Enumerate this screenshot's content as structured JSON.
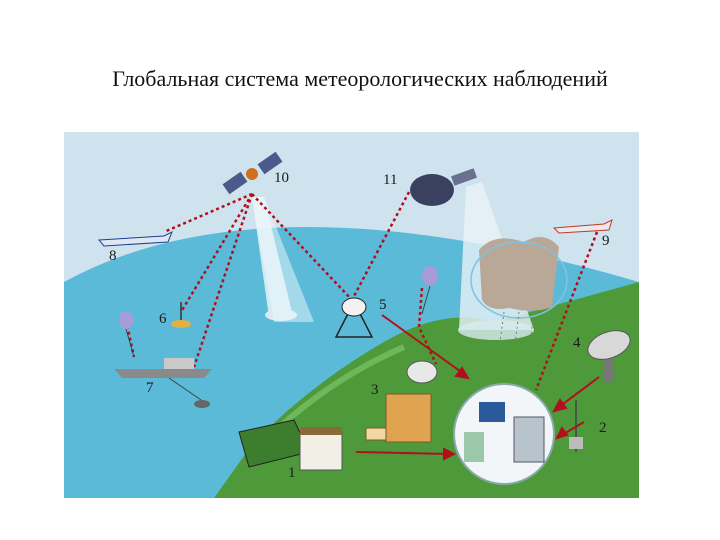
{
  "title": "Глобальная система метеорологических наблюдений",
  "colors": {
    "sky": "#cfe3ef",
    "ocean": "#5bbad8",
    "land": "#4e9a3a",
    "links": "#b0101c"
  },
  "labels": {
    "n1": "1",
    "n2": "2",
    "n3": "3",
    "n4": "4",
    "n5": "5",
    "n6": "6",
    "n7": "7",
    "n8": "8",
    "n9": "9",
    "n10": "10",
    "n11": "11"
  },
  "icons": [
    "satellite-icon",
    "geostationary-satellite-icon",
    "airplane-icon",
    "balloon-icon",
    "buoy-icon",
    "ship-icon",
    "radar-dish-icon",
    "weather-station-icon",
    "data-center-icon",
    "cloud-icon"
  ]
}
